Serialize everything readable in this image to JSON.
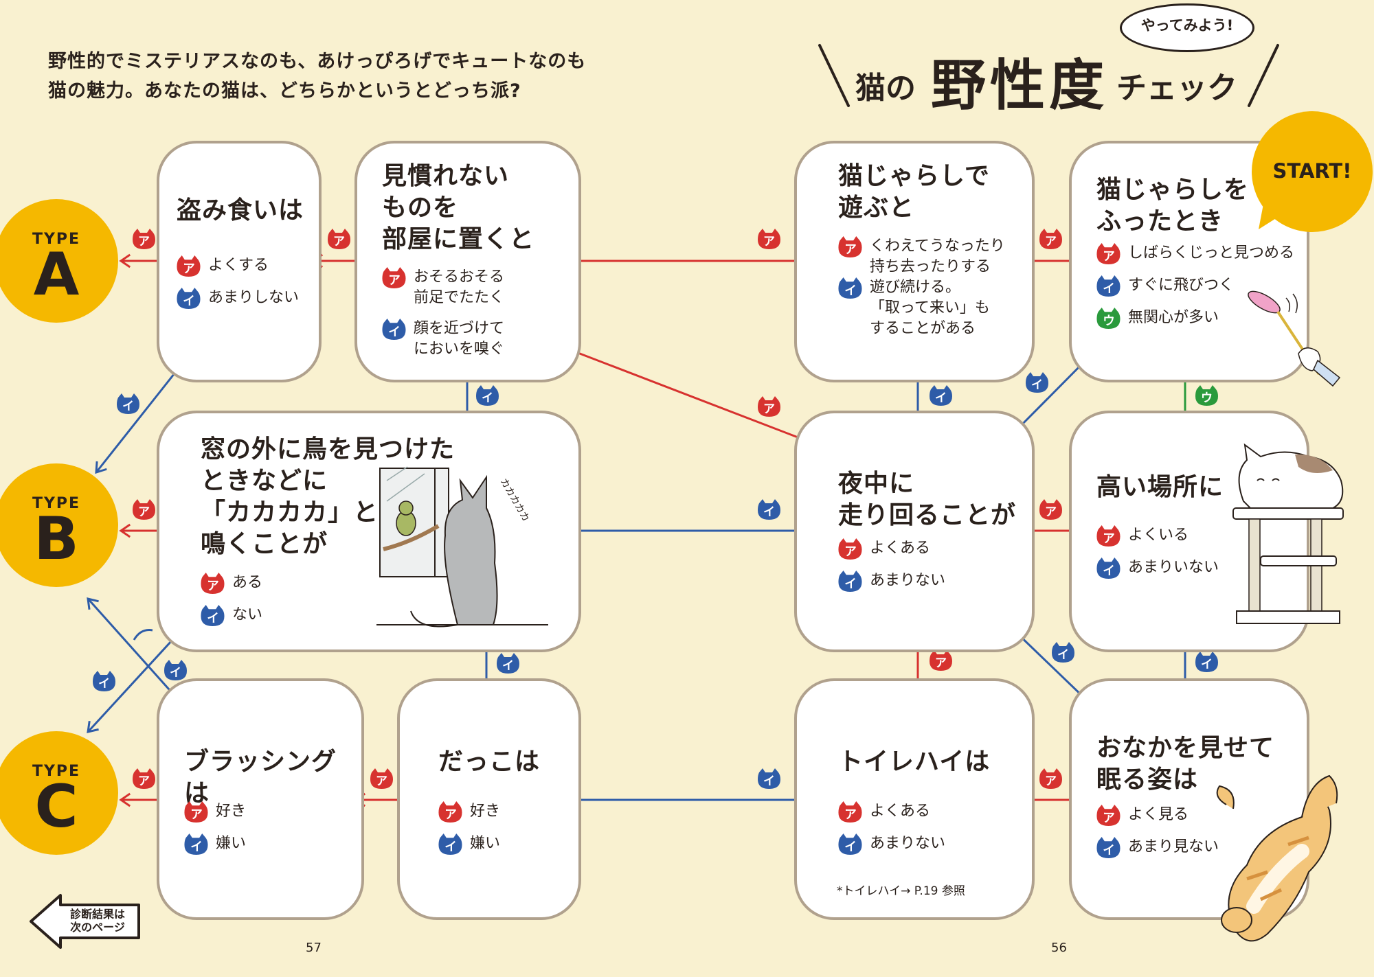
{
  "intro": {
    "line1": "野性的でミステリアスなのも、あけっぴろげでキュートなのも",
    "line2": "猫の魅力。あなたの猫は、どちらかというとどっち派?"
  },
  "title": {
    "prefix": "猫の",
    "main": "野性度",
    "suffix": "チェック",
    "bubble": "やってみよう!"
  },
  "start_label": "START!",
  "types": [
    {
      "label": "TYPE",
      "letter": "A"
    },
    {
      "label": "TYPE",
      "letter": "B"
    },
    {
      "label": "TYPE",
      "letter": "C"
    }
  ],
  "badge_letters": {
    "a": "ア",
    "i": "イ",
    "u": "ウ"
  },
  "colors": {
    "a": "#d7322f",
    "i": "#2e5ca8",
    "u": "#2a9a3c",
    "type": "#f5b800",
    "border": "#b0a18d",
    "bg": "#f9f1d0"
  },
  "nodes": {
    "q1": {
      "question": "猫じゃらしを\nふったとき",
      "options": [
        {
          "key": "a",
          "text": "しばらくじっと見つめる"
        },
        {
          "key": "i",
          "text": "すぐに飛びつく"
        },
        {
          "key": "u",
          "text": "無関心が多い"
        }
      ]
    },
    "q2": {
      "question": "猫じゃらしで\n遊ぶと",
      "options": [
        {
          "key": "a",
          "text": "くわえてうなったり\n持ち去ったりする"
        },
        {
          "key": "i",
          "text": "遊び続ける。\n「取って来い」も\nすることがある"
        }
      ]
    },
    "q3": {
      "question": "見慣れない\nものを\n部屋に置くと",
      "options": [
        {
          "key": "a",
          "text": "おそるおそる\n前足でたたく"
        },
        {
          "key": "i",
          "text": "顔を近づけて\nにおいを嗅ぐ"
        }
      ]
    },
    "q4": {
      "question": "盗み食いは",
      "options": [
        {
          "key": "a",
          "text": "よくする"
        },
        {
          "key": "i",
          "text": "あまりしない"
        }
      ]
    },
    "q5": {
      "question": "高い場所に",
      "options": [
        {
          "key": "a",
          "text": "よくいる"
        },
        {
          "key": "i",
          "text": "あまりいない"
        }
      ]
    },
    "q6": {
      "question": "夜中に\n走り回ることが",
      "options": [
        {
          "key": "a",
          "text": "よくある"
        },
        {
          "key": "i",
          "text": "あまりない"
        }
      ]
    },
    "q7": {
      "question": "窓の外に鳥を見つけた\nときなどに\n「カカカカ」と\n鳴くことが",
      "options": [
        {
          "key": "a",
          "text": "ある"
        },
        {
          "key": "i",
          "text": "ない"
        }
      ]
    },
    "q8": {
      "question": "おなかを見せて\n眠る姿は",
      "options": [
        {
          "key": "a",
          "text": "よく見る"
        },
        {
          "key": "i",
          "text": "あまり見ない"
        }
      ]
    },
    "q9": {
      "question": "トイレハイは",
      "options": [
        {
          "key": "a",
          "text": "よくある"
        },
        {
          "key": "i",
          "text": "あまりない"
        }
      ],
      "note": "*トイレハイ→ P.19 参照"
    },
    "q10": {
      "question": "だっこは",
      "options": [
        {
          "key": "a",
          "text": "好き"
        },
        {
          "key": "i",
          "text": "嫌い"
        }
      ]
    },
    "q11": {
      "question": "ブラッシングは",
      "options": [
        {
          "key": "a",
          "text": "好き"
        },
        {
          "key": "i",
          "text": "嫌い"
        }
      ]
    }
  },
  "edges": [
    {
      "from": "q1",
      "to": "q2",
      "key": "a"
    },
    {
      "from": "q1",
      "to": "q6",
      "key": "i"
    },
    {
      "from": "q1",
      "to": "q5",
      "key": "u"
    },
    {
      "from": "q2",
      "to": "q3",
      "key": "a"
    },
    {
      "from": "q2",
      "to": "q6",
      "key": "i"
    },
    {
      "from": "q3",
      "to": "q4",
      "key": "a"
    },
    {
      "from": "q3",
      "to": "q7",
      "key": "i"
    },
    {
      "from": "q4",
      "to": "TYPE A",
      "key": "a"
    },
    {
      "from": "q4",
      "to": "TYPE B",
      "key": "i"
    },
    {
      "from": "q5",
      "to": "q6",
      "key": "a"
    },
    {
      "from": "q5",
      "to": "q8",
      "key": "i"
    },
    {
      "from": "q6",
      "to": "q3",
      "key": "a"
    },
    {
      "from": "q6",
      "to": "q7",
      "key": "i"
    },
    {
      "from": "q7",
      "to": "TYPE B",
      "key": "a"
    },
    {
      "from": "q7",
      "to": "TYPE C",
      "key": "i"
    },
    {
      "from": "q8",
      "to": "q9",
      "key": "a"
    },
    {
      "from": "q8",
      "to": "q6",
      "key": "i"
    },
    {
      "from": "q9",
      "to": "q6",
      "key": "a"
    },
    {
      "from": "q9",
      "to": "q10",
      "key": "i"
    },
    {
      "from": "q10",
      "to": "q11",
      "key": "a"
    },
    {
      "from": "q10",
      "to": "q7",
      "key": "i"
    },
    {
      "from": "q11",
      "to": "TYPE C",
      "key": "a"
    },
    {
      "from": "q11",
      "to": "TYPE B",
      "key": "i"
    }
  ],
  "illustration_text": "カカカカカ",
  "nav": {
    "label": "診断結果は\n次のページ"
  },
  "pages": {
    "left": "57",
    "right": "56"
  }
}
